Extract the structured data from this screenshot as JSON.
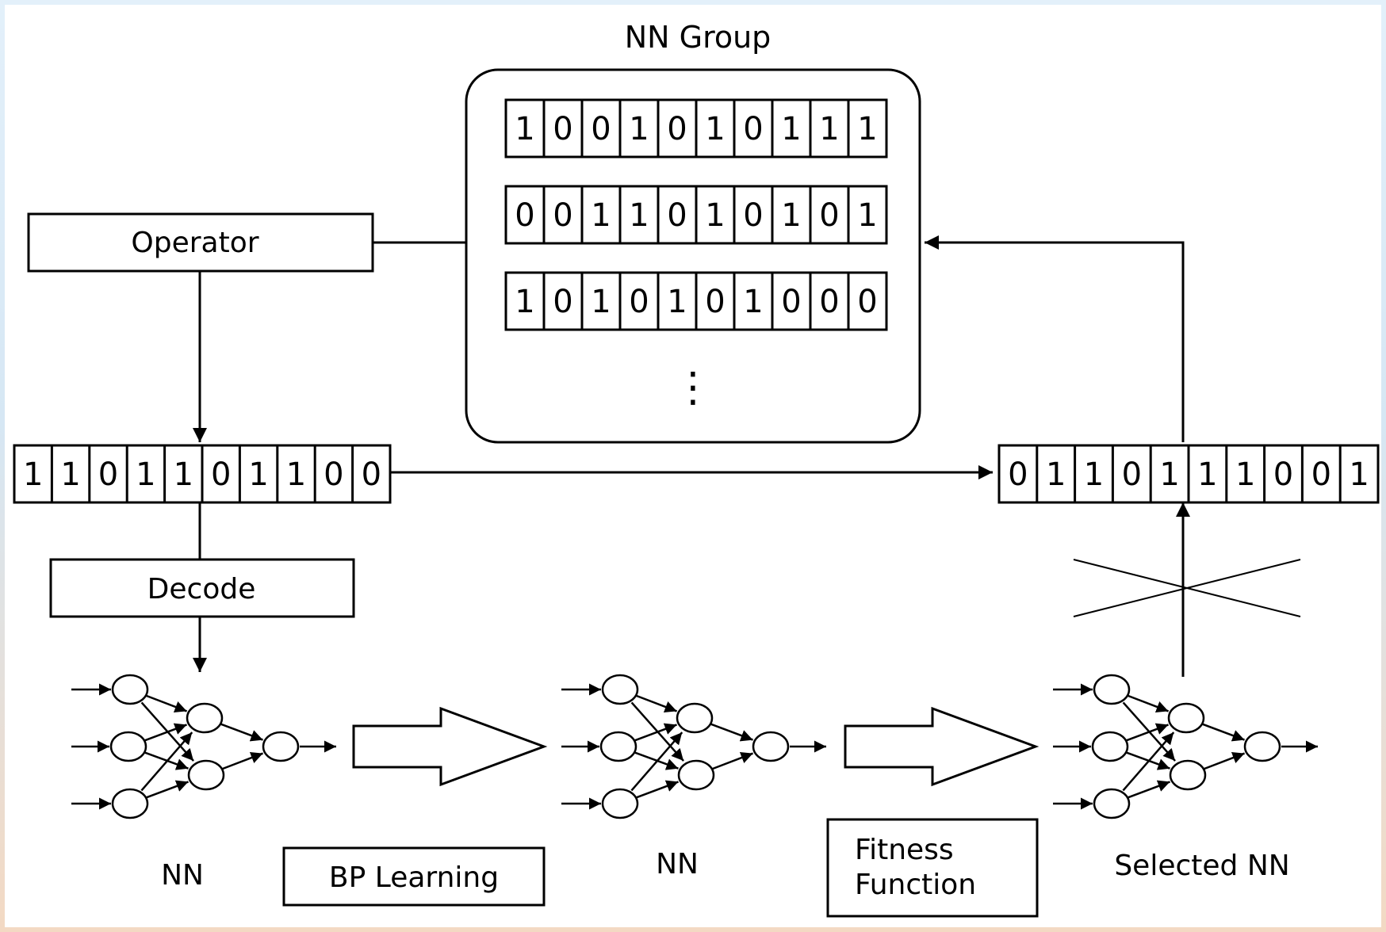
{
  "group_title": "NN Group",
  "operator_label": "Operator",
  "decode_label": "Decode",
  "bp_learning_label": "BP Learning",
  "fitness_label_line1": "Fitness",
  "fitness_label_line2": "Function",
  "nn_label_1": "NN",
  "nn_label_2": "NN",
  "selected_nn_label": "Selected NN",
  "ellipsis": "⋮",
  "group_strings": [
    [
      "1",
      "0",
      "0",
      "1",
      "0",
      "1",
      "0",
      "1",
      "1",
      "1"
    ],
    [
      "0",
      "0",
      "1",
      "1",
      "0",
      "1",
      "0",
      "1",
      "0",
      "1"
    ],
    [
      "1",
      "0",
      "1",
      "0",
      "1",
      "0",
      "1",
      "0",
      "0",
      "0"
    ]
  ],
  "current_string": [
    "1",
    "1",
    "0",
    "1",
    "1",
    "0",
    "1",
    "1",
    "0",
    "0"
  ],
  "offspring_string": [
    "0",
    "1",
    "1",
    "0",
    "1",
    "1",
    "1",
    "0",
    "0",
    "1"
  ]
}
